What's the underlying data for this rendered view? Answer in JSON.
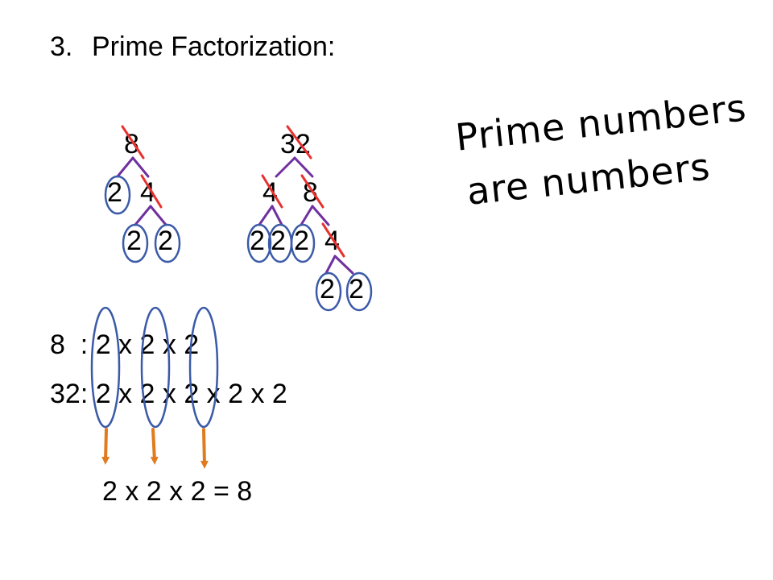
{
  "title": {
    "number": "3.",
    "text": "Prime Factorization:"
  },
  "tree8": {
    "root": "8",
    "l1a": "2",
    "l1b": "4",
    "l2a": "2",
    "l2b": "2"
  },
  "tree32": {
    "root": "32",
    "l1a": "4",
    "l1b": "8",
    "l2a": "2",
    "l2b": "2",
    "l2c": "2",
    "l2d": "4",
    "l3a": "2",
    "l3b": "2"
  },
  "equations": {
    "eq8": "8  : 2 x 2 x 2",
    "eq32": "32: 2 x 2 x 2 x 2 x 2",
    "result": "2 x 2 x 2 = 8"
  },
  "handwriting": {
    "line1": "Prime numbers",
    "line2": "are numbers"
  },
  "colors": {
    "branch": "#7030a0",
    "crossout": "#e8312f",
    "circle": "#3b5aa8",
    "arrow": "#e07b1f"
  }
}
